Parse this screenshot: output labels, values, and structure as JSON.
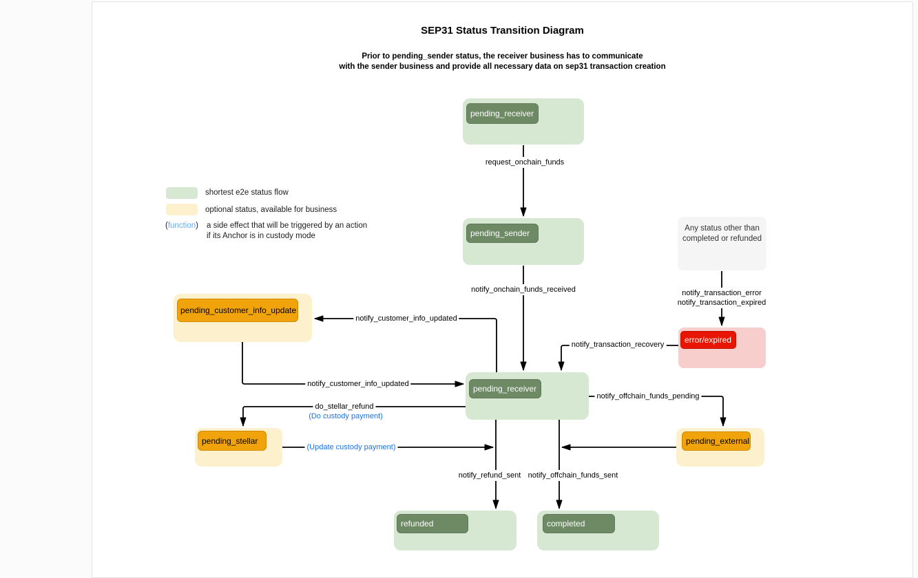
{
  "diagram": {
    "title": "SEP31 Status Transition Diagram",
    "subtitle_line1": "Prior to pending_sender status, the receiver business has to communicate",
    "subtitle_line2": "with the sender business and provide all necessary data on sep31 transaction creation"
  },
  "legend": {
    "green_label": "shortest e2e status flow",
    "yellow_label": "optional status, available for business",
    "function_open": "(",
    "function_word": "function",
    "function_close": ")",
    "function_desc_line1": "a side effect that will be triggered by an action",
    "function_desc_line2": "if its Anchor is in custody mode"
  },
  "nodes": {
    "pending_receiver_top": "pending_receiver",
    "pending_sender": "pending_sender",
    "any_status_line1": "Any status other than",
    "any_status_line2": "completed or refunded",
    "error_expired": "error/expired",
    "pending_customer_info_update": "pending_customer_info_update",
    "pending_receiver_mid": "pending_receiver",
    "pending_stellar": "pending_stellar",
    "pending_external": "pending_external",
    "refunded": "refunded",
    "completed": "completed"
  },
  "edges": {
    "request_onchain_funds": "request_onchain_funds",
    "notify_onchain_funds_received": "notify_onchain_funds_received",
    "notify_transaction_error": "notify_transaction_error",
    "notify_transaction_expired": "notify_transaction_expired",
    "notify_transaction_recovery": "notify_transaction_recovery",
    "notify_customer_info_updated_upper": "notify_customer_info_updated",
    "notify_customer_info_updated_lower": "notify_customer_info_updated",
    "do_stellar_refund": "do_stellar_refund",
    "do_custody_payment": "(Do custody payment)",
    "update_custody_payment": "(Update custody payment)",
    "notify_offchain_funds_pending": "notify_offchain_funds_pending",
    "notify_refund_sent": "notify_refund_sent",
    "notify_offchain_funds_sent": "notify_offchain_funds_sent"
  },
  "colors": {
    "flow_green_bg": "#d7e8d2",
    "flow_green_badge": "#6d8a64",
    "optional_yellow_bg": "#fdf1cd",
    "optional_orange_badge": "#f0a30a",
    "error_pink_bg": "#f8cecc",
    "error_red_badge": "#e81500",
    "neutral_grey_bg": "#f5f5f5",
    "custody_blue": "#1a73e8",
    "function_blue": "#6aa9f7",
    "edge_black": "#000000"
  }
}
